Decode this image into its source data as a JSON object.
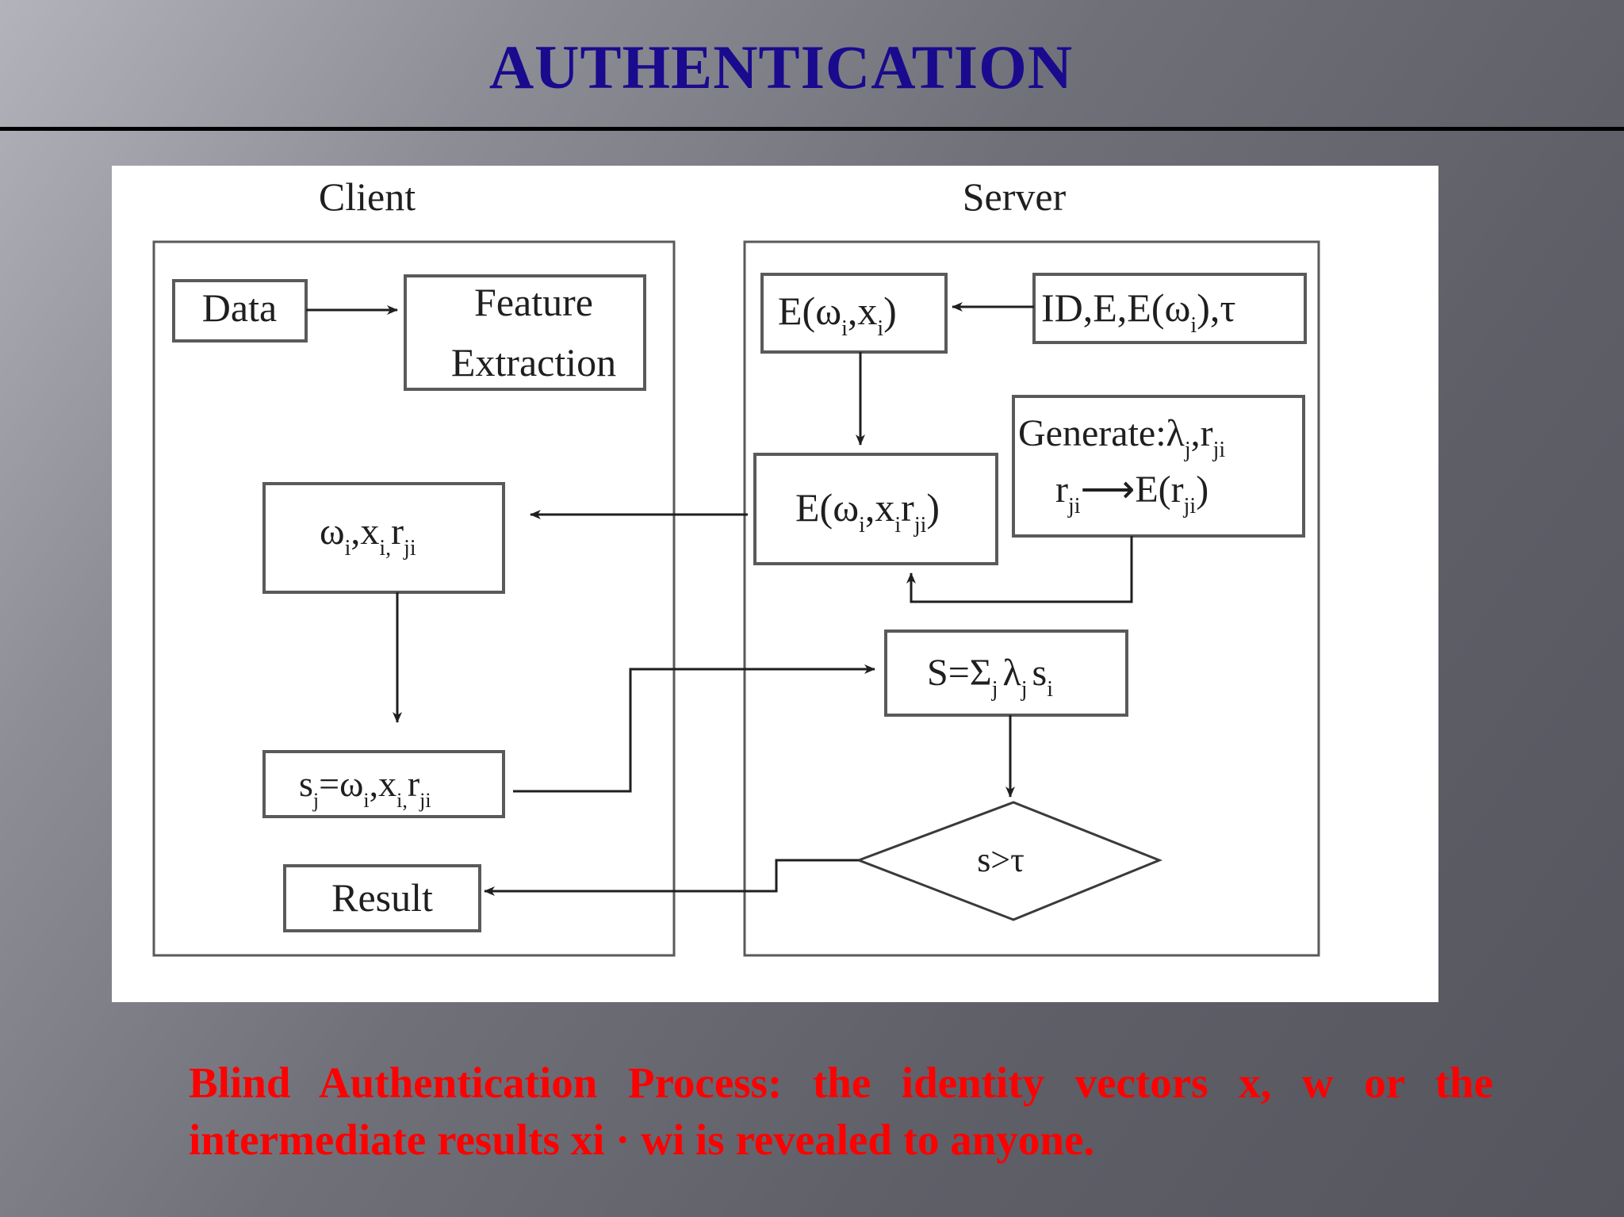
{
  "slide": {
    "title": "AUTHENTICATION",
    "caption_line_1": "Blind Authentication Process: the identity vectors x, w or the",
    "caption_line_2": "intermediate results xi · wi is revealed to anyone."
  },
  "diagram": {
    "client_label": "Client",
    "server_label": "Server",
    "data_box": "Data",
    "feature_line_1": "Feature",
    "feature_line_2": "Extraction",
    "client_omega_box": "ω",
    "client_omega_sub": "i",
    "client_x": "x",
    "client_x_sub": "i,",
    "client_r": "r",
    "client_r_sub": "ji",
    "sj_s": "s",
    "sj_s_sub": "j",
    "sj_eq_omega": "=ω",
    "sj_omega_sub": "i",
    "sj_x": "x",
    "sj_x_sub": "i,",
    "sj_r": "r",
    "sj_r_sub": "ji",
    "result_box": "Result",
    "enc_E": "E(ω",
    "enc_omega_sub": "i",
    "enc_x": ",x",
    "enc_x_sub": "i",
    "enc_close": ")",
    "id_text": "ID,E,E(ω",
    "id_sub": "i",
    "id_tail": "),τ",
    "encr_E": "E(ω",
    "encr_omega_sub": "i",
    "encr_x": ",x",
    "encr_x_sub": "i",
    "encr_r": "r",
    "encr_r_sub": "ji",
    "encr_close": ")",
    "gen_prefix": "Generate:λ",
    "gen_lambda_sub": "j",
    "gen_r": ",r",
    "gen_r_sub": "ji",
    "gen2_r": "r",
    "gen2_r_sub": "ji",
    "gen2_arrow": "⟶",
    "gen2_E": "E(r",
    "gen2_E_sub": "ji",
    "gen2_close": ")",
    "sum_S": "S=Σ",
    "sum_j_sub": "j",
    "sum_lambda": "λ",
    "sum_lambda_sub": "j",
    "sum_s": "s",
    "sum_s_sub": "i",
    "decision": "s>τ"
  },
  "colors": {
    "title": "#1a0a8e",
    "caption": "#ff0000",
    "diagram_lines": "#1f1f1f",
    "box_border": "#5a5a5a"
  }
}
